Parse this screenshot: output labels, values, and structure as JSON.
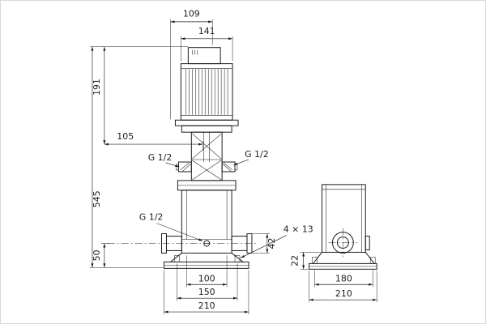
{
  "page": {
    "background": "#ffffff",
    "line_color": "#1d1d1d",
    "border_color": "#d9d9d9"
  },
  "front_view": {
    "dims": {
      "terminal_box_width": "109",
      "motor_width": "141",
      "motor_length": "191",
      "head_clearance": "105",
      "total_height": "545",
      "port_centre_height": "50",
      "port_flange_size": "42",
      "foot_width": "100",
      "bolt_spacing": "150",
      "base_width": "210",
      "bolt_holes": "4 × 13"
    },
    "ports": {
      "top_left": "G 1/2",
      "top_right": "G 1/2",
      "drain": "G 1/2"
    }
  },
  "side_view": {
    "dims": {
      "base_plate_height": "22",
      "bolt_spacing": "180",
      "base_width": "210"
    }
  }
}
